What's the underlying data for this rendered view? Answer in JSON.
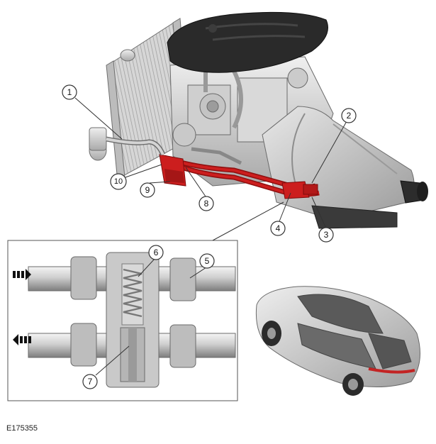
{
  "diagram": {
    "reference_code": "E175355",
    "callouts": [
      "1",
      "2",
      "3",
      "4",
      "5",
      "6",
      "7",
      "8",
      "9",
      "10"
    ],
    "colors": {
      "highlight": "#cc1e1e",
      "highlight_dark": "#8e0f0f",
      "engine_cover": "#2a2a2a",
      "metal_light": "#dcdcdc",
      "metal_mid": "#b8b8b8",
      "metal_dark": "#8a8a8a",
      "car_body": "#c9c9c9"
    }
  }
}
